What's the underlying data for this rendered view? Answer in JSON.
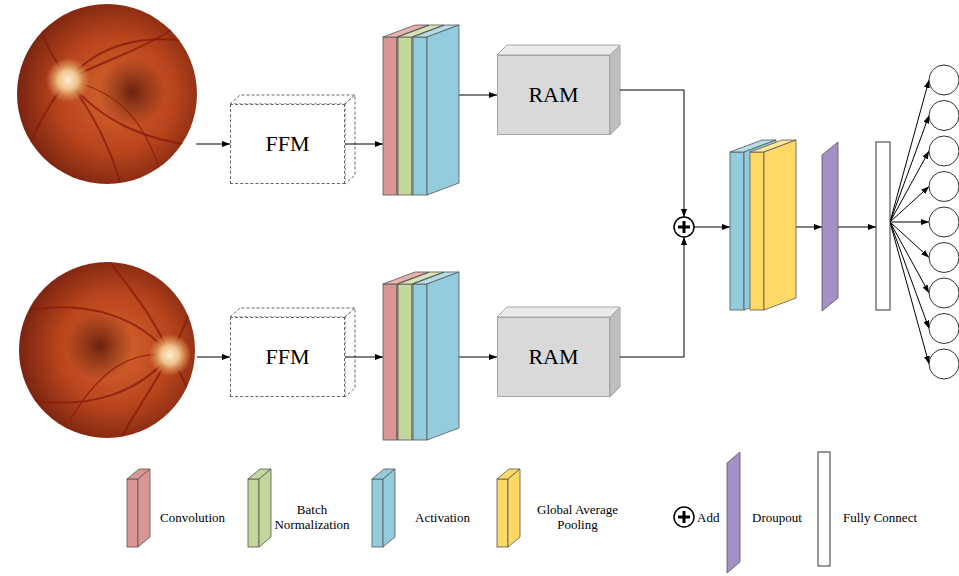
{
  "diagram": {
    "nodes": [
      {
        "text": [
          "FFM"
        ]
      },
      {
        "text": [
          "RAM"
        ]
      },
      {
        "text": [
          "FFM"
        ]
      },
      {
        "text": [
          "RAM"
        ]
      }
    ],
    "edges": [
      {
        "from": 0,
        "to": 1,
        "arrow": "to"
      },
      {
        "from": 2,
        "to": 3,
        "arrow": "to"
      }
    ],
    "legend": [
      {
        "text": "Convolution",
        "color": "#d99694"
      },
      {
        "text": "Batch Normalization",
        "color": "#c3d69b"
      },
      {
        "text": "Activation",
        "color": "#93cddd"
      },
      {
        "text": "Global Average Pooling",
        "color": "#ffd966"
      },
      {
        "text": "Add"
      },
      {
        "text": "Droupout"
      },
      {
        "text": "Fully Connect"
      }
    ]
  }
}
